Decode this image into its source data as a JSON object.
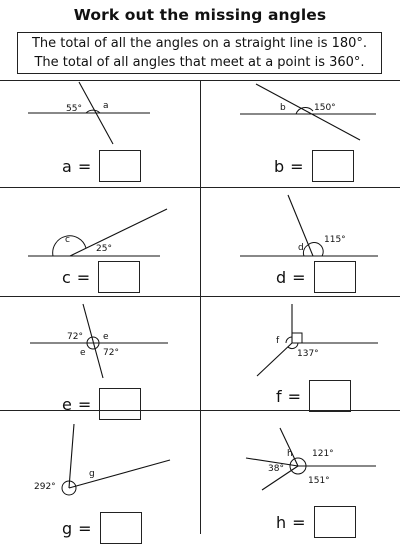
{
  "title": "Work out the missing angles",
  "rules": [
    "The total of all the angles on a straight line is 180°.",
    "The total of all angles that meet at a point is 360°."
  ],
  "questions": [
    {
      "id": "a",
      "var": "a",
      "eq": "=",
      "labels": [
        "55°",
        "a"
      ]
    },
    {
      "id": "b",
      "var": "b",
      "eq": "=",
      "labels": [
        "b",
        "150°"
      ]
    },
    {
      "id": "c",
      "var": "c",
      "eq": "=",
      "labels": [
        "c",
        "25°"
      ]
    },
    {
      "id": "d",
      "var": "d",
      "eq": "=",
      "labels": [
        "d",
        "115°"
      ]
    },
    {
      "id": "e",
      "var": "e",
      "eq": "=",
      "labels": [
        "72°",
        "e",
        "e",
        "72°"
      ]
    },
    {
      "id": "f",
      "var": "f",
      "eq": "=",
      "labels": [
        "f",
        "137°"
      ]
    },
    {
      "id": "g",
      "var": "g",
      "eq": "=",
      "labels": [
        "292°",
        "g"
      ]
    },
    {
      "id": "h",
      "var": "h",
      "eq": "=",
      "labels": [
        "h",
        "121°",
        "38°",
        "151°"
      ]
    }
  ]
}
